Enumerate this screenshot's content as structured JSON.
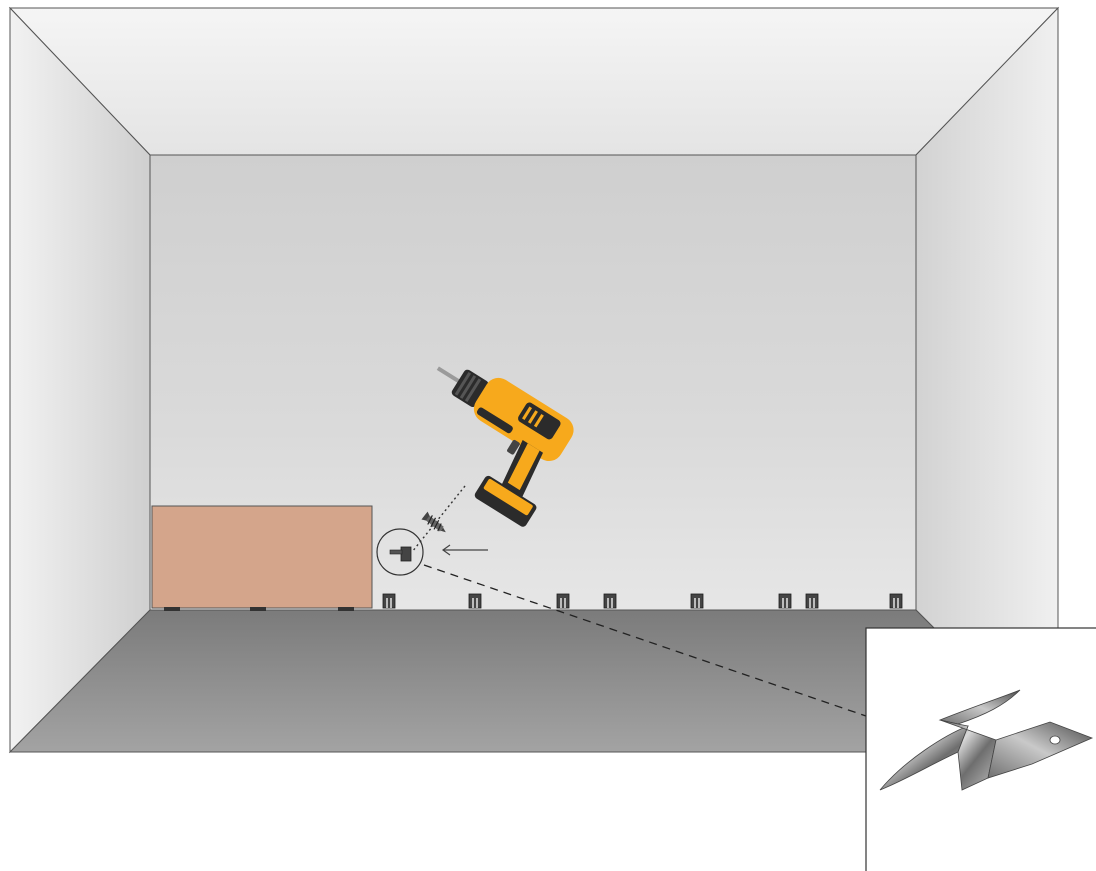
{
  "diagram": {
    "room": {
      "back_wall": "light-grey",
      "floor": "grey",
      "ceiling": "white-grey"
    },
    "cabinet": {
      "color": "#d4a58b"
    },
    "drill": {
      "body_color": "#f7a91c",
      "accent_color": "#2b2b2b"
    },
    "clips": {
      "count": 8,
      "icon": "skirting-clip-icon"
    },
    "callout": {
      "icon": "circle-highlight-icon",
      "arrow": "left-arrow-icon"
    },
    "detail_inset": {
      "icon": "metal-bracket-icon"
    }
  }
}
